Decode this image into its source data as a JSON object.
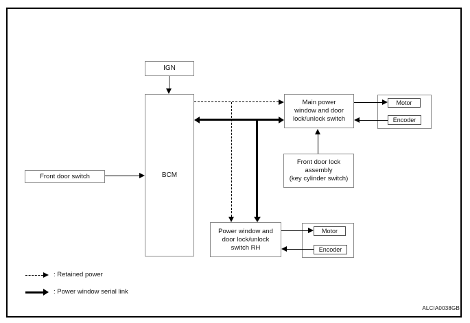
{
  "figure": {
    "code": "ALCIA0038GB"
  },
  "boxes": {
    "ign": {
      "label": "IGN"
    },
    "bcm": {
      "label": "BCM"
    },
    "front_door_switch": {
      "label": "Front door switch"
    },
    "main_switch": {
      "lines": [
        "Main power",
        "window and door",
        "lock/unlock switch"
      ]
    },
    "motor_top": {
      "label": "Motor"
    },
    "encoder_top": {
      "label": "Encoder"
    },
    "door_lock_assembly": {
      "lines": [
        "Front door lock",
        "assembly",
        "(key cylinder switch)"
      ]
    },
    "rh_switch": {
      "lines": [
        "Power window and",
        "door lock/unlock",
        "switch RH"
      ]
    },
    "motor_bottom": {
      "label": "Motor"
    },
    "encoder_bottom": {
      "label": "Encoder"
    }
  },
  "legend": {
    "retained_power": {
      "label": ": Retained power",
      "line_style": "dashed-arrow"
    },
    "serial_link": {
      "label": ": Power window serial link",
      "line_style": "thick-solid-arrow"
    }
  },
  "colors": {
    "line": "#000000",
    "box_border": "#8a8a8a",
    "gray_connector": "#9a9a9a",
    "background": "#ffffff",
    "text": "#1a1a1a"
  }
}
